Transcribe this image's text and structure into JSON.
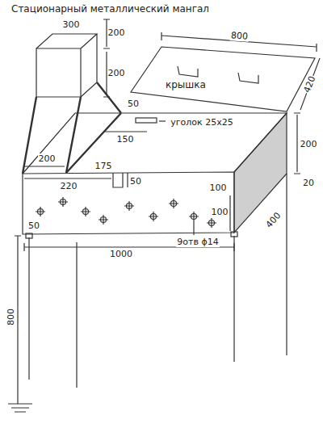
{
  "diagram": {
    "title": "Стационарный металлический мангал",
    "nodes": [
      {
        "text": [
          "крышка"
        ]
      }
    ],
    "labels": [
      "200",
      "300",
      "200",
      "800",
      "420",
      "50",
      "уголок 25х25",
      "150",
      "200",
      "20",
      "200",
      "175",
      "220",
      "50",
      "100",
      "100",
      "400",
      "50",
      "9отв ϕ14",
      "1000",
      "800"
    ]
  }
}
